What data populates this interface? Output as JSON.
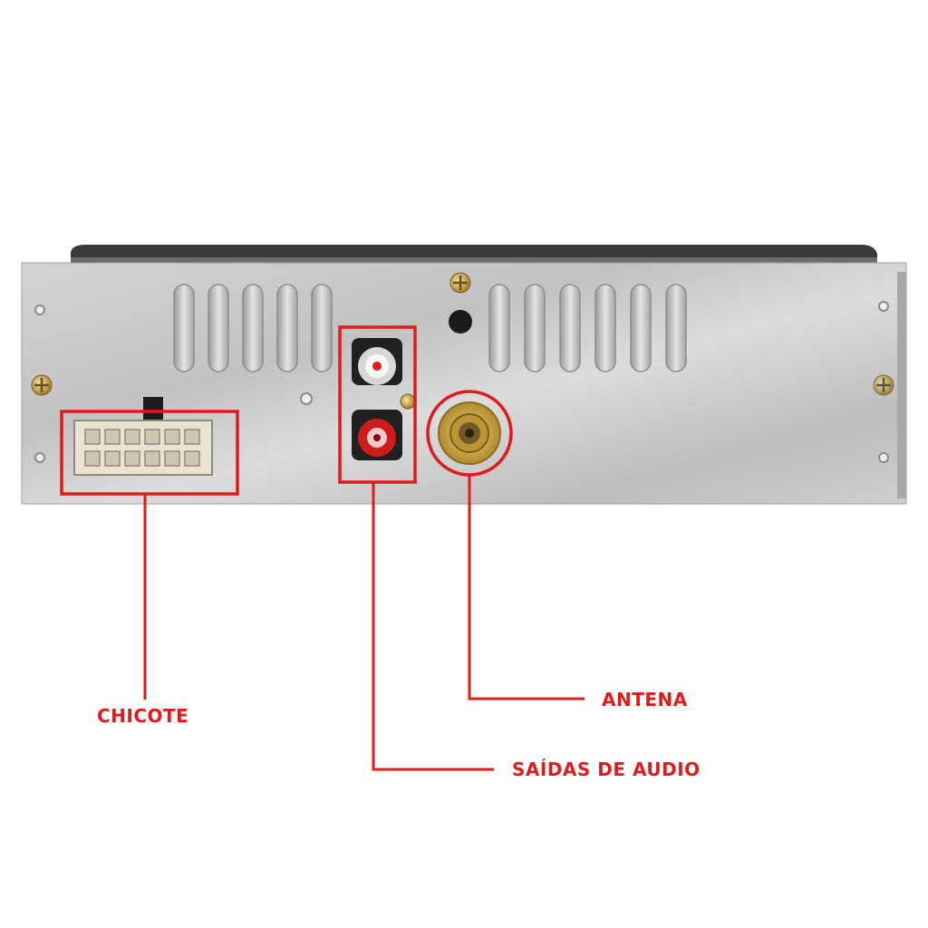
{
  "labels": {
    "chicote": "CHICOTE",
    "antena": "ANTENA",
    "saidas_audio": "SAÍDAS DE AUDIO"
  },
  "colors": {
    "callout": "#e01b1b",
    "panel": "#c9c9c9",
    "background": "#ffffff"
  },
  "icons": [
    "screw-icon",
    "rca-jack-icon",
    "antenna-socket-icon",
    "wiring-connector-icon"
  ]
}
